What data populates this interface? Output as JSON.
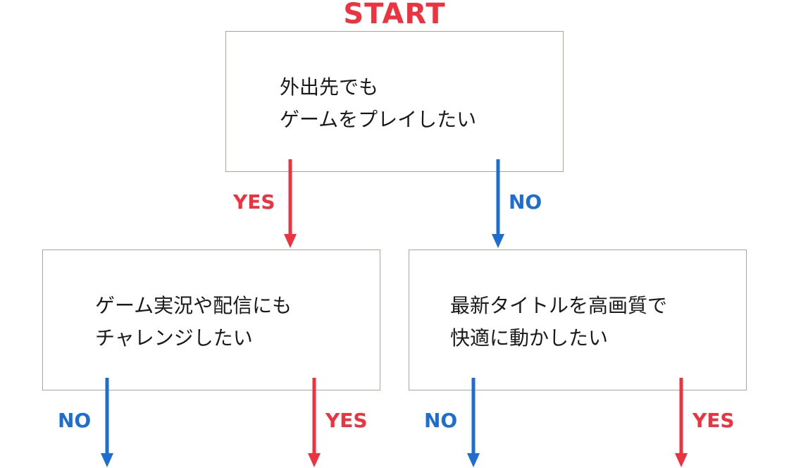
{
  "title": "START",
  "colors": {
    "yes": "#ee3340",
    "no": "#1c6fd0",
    "box_border": "#a8a898",
    "text": "#1a1a1a"
  },
  "nodes": {
    "root": {
      "text": "外出先でも\nゲームをプレイしたい"
    },
    "left": {
      "text": "ゲーム実況や配信にも\nチャレンジしたい"
    },
    "right": {
      "text": "最新タイトルを高画質で\n快適に動かしたい"
    }
  },
  "edges": {
    "root_yes": "YES",
    "root_no": "NO",
    "left_no": "NO",
    "left_yes": "YES",
    "right_no": "NO",
    "right_yes": "YES"
  }
}
